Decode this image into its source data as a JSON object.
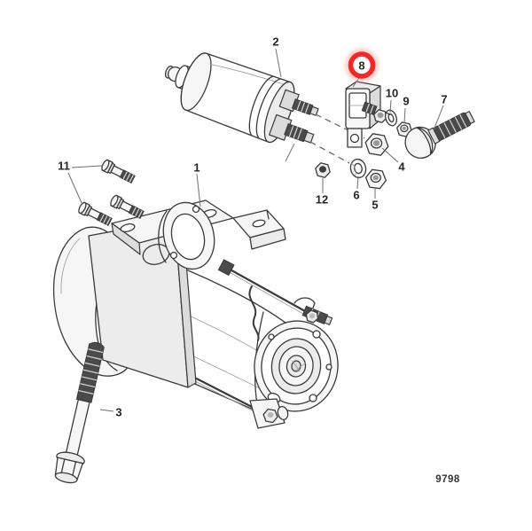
{
  "diagram": {
    "drawing_number": "9798",
    "highlighted_item": "8",
    "colors": {
      "line": "#3a3a3a",
      "leader": "#6e6e6e",
      "highlight": "#ee1f1f",
      "highlight_glow": "#ff9a93",
      "background": "#ffffff",
      "metal_dark": "#4a4a4a"
    },
    "callouts": [
      {
        "num": "1"
      },
      {
        "num": "2"
      },
      {
        "num": "3"
      },
      {
        "num": "4"
      },
      {
        "num": "5"
      },
      {
        "num": "6"
      },
      {
        "num": "7"
      },
      {
        "num": "8"
      },
      {
        "num": "9"
      },
      {
        "num": "10"
      },
      {
        "num": "11"
      },
      {
        "num": "12"
      }
    ]
  }
}
